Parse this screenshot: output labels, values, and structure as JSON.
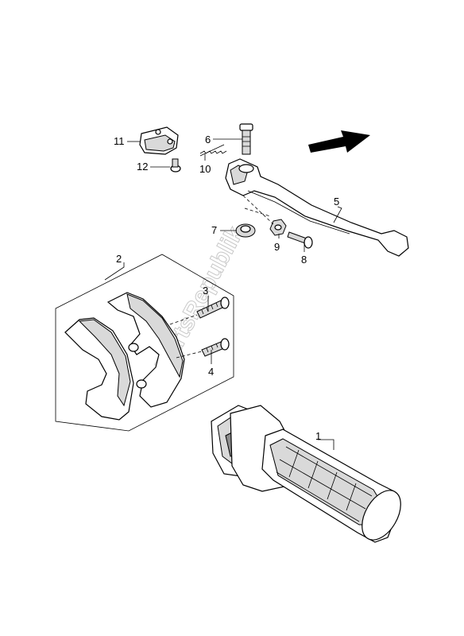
{
  "watermark": "PartsRepublik",
  "callouts": [
    {
      "id": "c1",
      "text": "1"
    },
    {
      "id": "c2",
      "text": "2"
    },
    {
      "id": "c3",
      "text": "3"
    },
    {
      "id": "c4",
      "text": "4"
    },
    {
      "id": "c5",
      "text": "5"
    },
    {
      "id": "c6",
      "text": "6"
    },
    {
      "id": "c7",
      "text": "7"
    },
    {
      "id": "c8",
      "text": "8"
    },
    {
      "id": "c9",
      "text": "9"
    },
    {
      "id": "c10",
      "text": "10"
    },
    {
      "id": "c11",
      "text": "11"
    },
    {
      "id": "c12",
      "text": "12"
    }
  ]
}
